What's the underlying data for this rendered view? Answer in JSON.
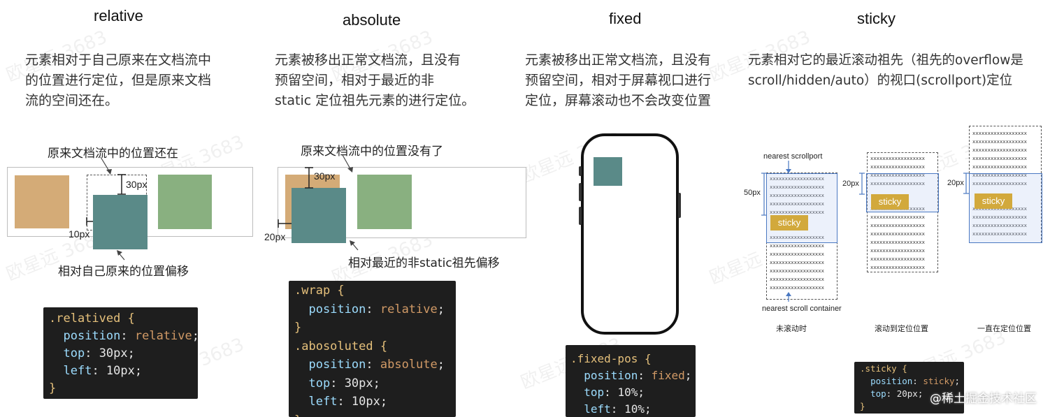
{
  "watermark": "欧星远 3683",
  "credit": "@稀土掘金技术社区",
  "relative": {
    "title": "relative",
    "desc": [
      "元素相对于自己原来在文档流中",
      "的位置进行定位，但是原来文档",
      "流的空间还在。"
    ],
    "note_top": "原来文档流中的位置还在",
    "note_bottom": "相对自己原来的位置偏移",
    "label_top": "30px",
    "label_left": "10px",
    "code": [
      {
        "sel": ".relatived {"
      },
      {
        "prop": "position",
        "val": "relative"
      },
      {
        "prop": "top",
        "val": "30px"
      },
      {
        "prop": "left",
        "val": "10px"
      },
      {
        "close": "}"
      }
    ]
  },
  "absolute": {
    "title": "absolute",
    "desc": [
      "元素被移出正常文档流，且没有",
      "预留空间，相对于最近的非",
      "static 定位祖先元素的进行定位。"
    ],
    "note_top": "原来文档流中的位置没有了",
    "note_bottom": "相对最近的非static祖先偏移",
    "label_top": "30px",
    "label_left": "20px",
    "code": [
      {
        "sel": ".wrap {"
      },
      {
        "prop": "position",
        "val": "relative"
      },
      {
        "close": "}"
      },
      {
        "sel": ".abosoluted {"
      },
      {
        "prop": "position",
        "val": "absolute"
      },
      {
        "prop": "top",
        "val": "30px"
      },
      {
        "prop": "left",
        "val": "10px"
      },
      {
        "close": "}"
      }
    ]
  },
  "fixed": {
    "title": "fixed",
    "desc": [
      "元素被移出正常文档流，且没有",
      "预留空间，相对于屏幕视口进行",
      "定位，屏幕滚动也不会改变位置"
    ],
    "code": [
      {
        "sel": ".fixed-pos {"
      },
      {
        "prop": "position",
        "val": "fixed"
      },
      {
        "prop": "top",
        "val": "10%"
      },
      {
        "prop": "left",
        "val": "10%"
      }
    ]
  },
  "sticky": {
    "title": "sticky",
    "desc": [
      "元素相对它的最近滚动祖先（祖先的overflow是",
      "scroll/hidden/auto）的视口(scrollport)定位"
    ],
    "nearest_scrollport": "nearest scrollport",
    "nearest_container": "nearest scroll container",
    "badge": "sticky",
    "filler": "xxxxxxxxxxxxxxxxxx",
    "label_50": "50px",
    "label_20a": "20px",
    "label_20b": "20px",
    "captions": [
      "未滚动时",
      "滚动到定位位置",
      "一直在定位位置"
    ],
    "code": [
      {
        "sel": ".sticky {"
      },
      {
        "prop": "position",
        "val": "sticky"
      },
      {
        "prop": "top",
        "val": "20px"
      },
      {
        "close": "}"
      }
    ]
  }
}
